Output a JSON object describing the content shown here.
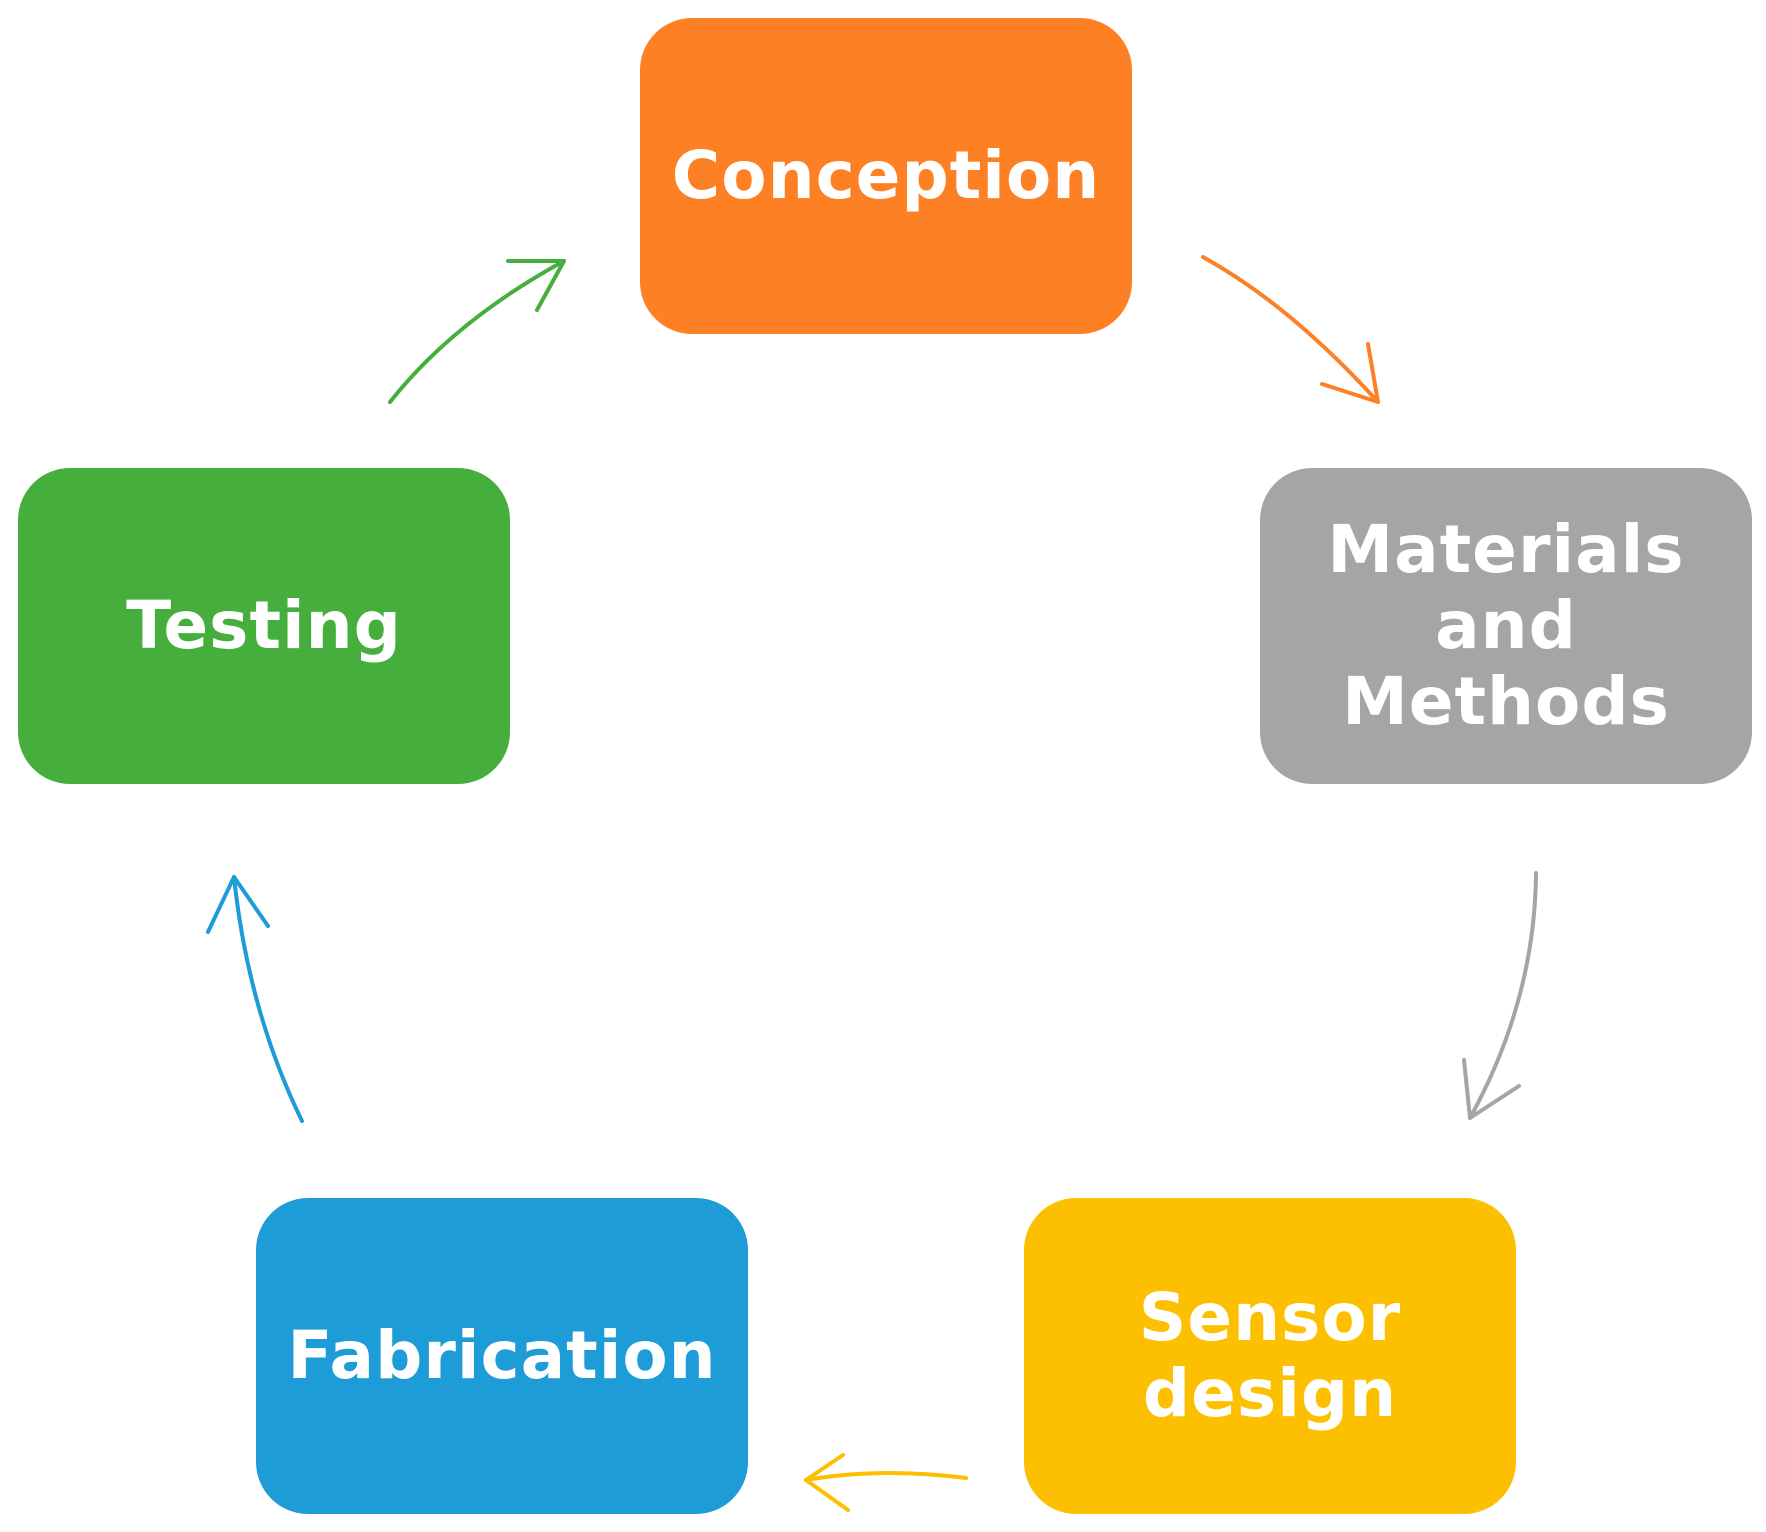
{
  "diagram": {
    "type": "cycle",
    "nodes": [
      {
        "id": "conception",
        "label": "Conception",
        "color": "#FD8024"
      },
      {
        "id": "materials",
        "label": "Materials\nand Methods",
        "color": "#A5A5A5"
      },
      {
        "id": "sensor",
        "label": "Sensor\ndesign",
        "color": "#FCC000"
      },
      {
        "id": "fabrication",
        "label": "Fabrication",
        "color": "#1E9CD7"
      },
      {
        "id": "testing",
        "label": "Testing",
        "color": "#45AE3D"
      }
    ],
    "edges": [
      {
        "from": "conception",
        "to": "materials",
        "color": "#FD8024"
      },
      {
        "from": "materials",
        "to": "sensor",
        "color": "#A5A5A5"
      },
      {
        "from": "sensor",
        "to": "fabrication",
        "color": "#FCC000"
      },
      {
        "from": "fabrication",
        "to": "testing",
        "color": "#1E9CD7"
      },
      {
        "from": "testing",
        "to": "conception",
        "color": "#45AE3D"
      }
    ]
  }
}
